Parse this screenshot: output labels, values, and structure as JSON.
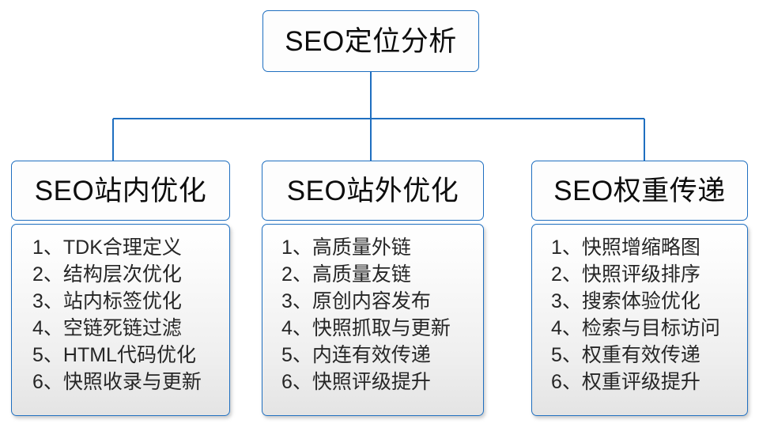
{
  "diagram": {
    "type": "org-tree",
    "root": {
      "label": "SEO定位分析"
    },
    "branches": [
      {
        "header": "SEO站内优化",
        "items": [
          {
            "index": "1、",
            "text": "TDK合理定义"
          },
          {
            "index": "2、",
            "text": "结构层次优化"
          },
          {
            "index": "3、",
            "text": "站内标签优化"
          },
          {
            "index": "4、",
            "text": "空链死链过滤"
          },
          {
            "index": "5、",
            "text": "HTML代码优化"
          },
          {
            "index": "6、",
            "text": "快照收录与更新"
          }
        ]
      },
      {
        "header": "SEO站外优化",
        "items": [
          {
            "index": "1、",
            "text": "高质量外链"
          },
          {
            "index": "2、",
            "text": "高质量友链"
          },
          {
            "index": "3、",
            "text": "原创内容发布"
          },
          {
            "index": "4、",
            "text": "快照抓取与更新"
          },
          {
            "index": "5、",
            "text": "内连有效传递"
          },
          {
            "index": "6、",
            "text": "快照评级提升"
          }
        ]
      },
      {
        "header": "SEO权重传递",
        "items": [
          {
            "index": "1、",
            "text": "快照增缩略图"
          },
          {
            "index": "2、",
            "text": "快照评级排序"
          },
          {
            "index": "3、",
            "text": "搜索体验优化"
          },
          {
            "index": "4、",
            "text": "检索与目标访问"
          },
          {
            "index": "5、",
            "text": "权重有效传递"
          },
          {
            "index": "6、",
            "text": "权重评级提升"
          }
        ]
      }
    ],
    "colors": {
      "border": "#1f6fc0",
      "connector": "#1f6fc0",
      "text": "#0d0d0d",
      "item_text": "#262626",
      "box_fill": "#fdfdfd",
      "list_fill_top": "#ffffff",
      "list_fill_bottom": "#e4e4e4"
    }
  }
}
